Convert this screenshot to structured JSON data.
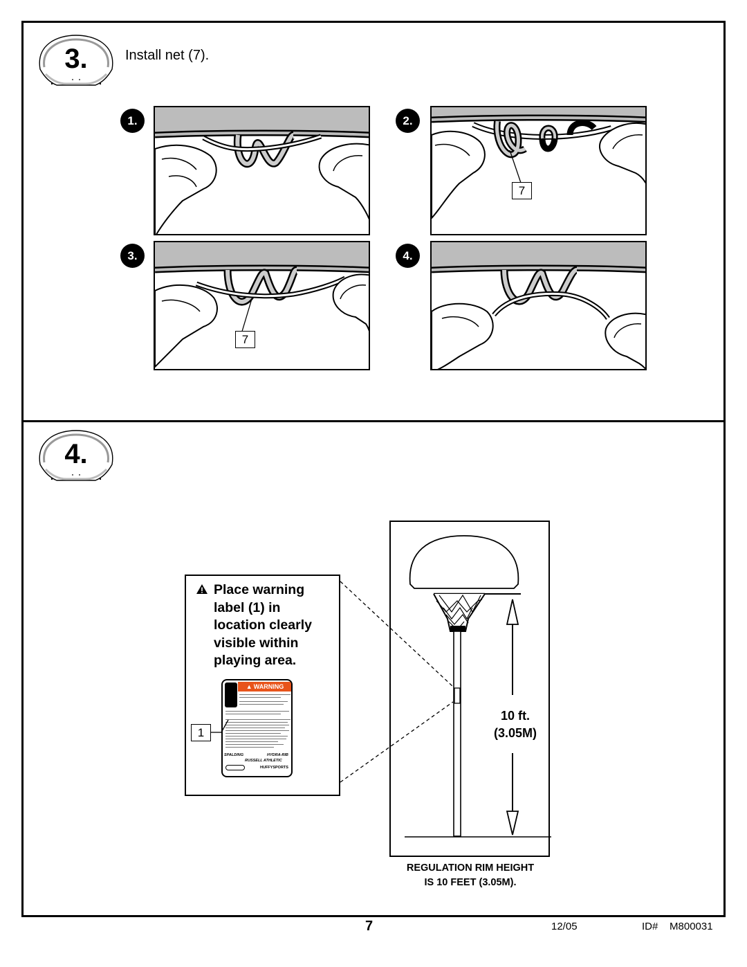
{
  "step3": {
    "number": "3.",
    "instruction": "Install net (7).",
    "panels": [
      {
        "label": "1.",
        "callout": ""
      },
      {
        "label": "2.",
        "callout": "7"
      },
      {
        "label": "3.",
        "callout": "7"
      },
      {
        "label": "4.",
        "callout": ""
      }
    ]
  },
  "step4": {
    "number": "4.",
    "warning_instruction": "Place warning label (1) in location clearly visible within playing area.",
    "label_callout": "1",
    "sticker": {
      "header": "WARNING",
      "brands": [
        "SPALDING",
        "HYDRA-RIB",
        "RUSSELL ATHLETIC",
        "HUFFYSPORTS"
      ]
    },
    "height_line1": "10 ft.",
    "height_line2": "(3.05M)",
    "caption_line1": "REGULATION RIM HEIGHT",
    "caption_line2": "IS 10 FEET (3.05M)."
  },
  "footer": {
    "page_number": "7",
    "date": "12/05",
    "id_label": "ID#",
    "id_value": "M800031"
  }
}
